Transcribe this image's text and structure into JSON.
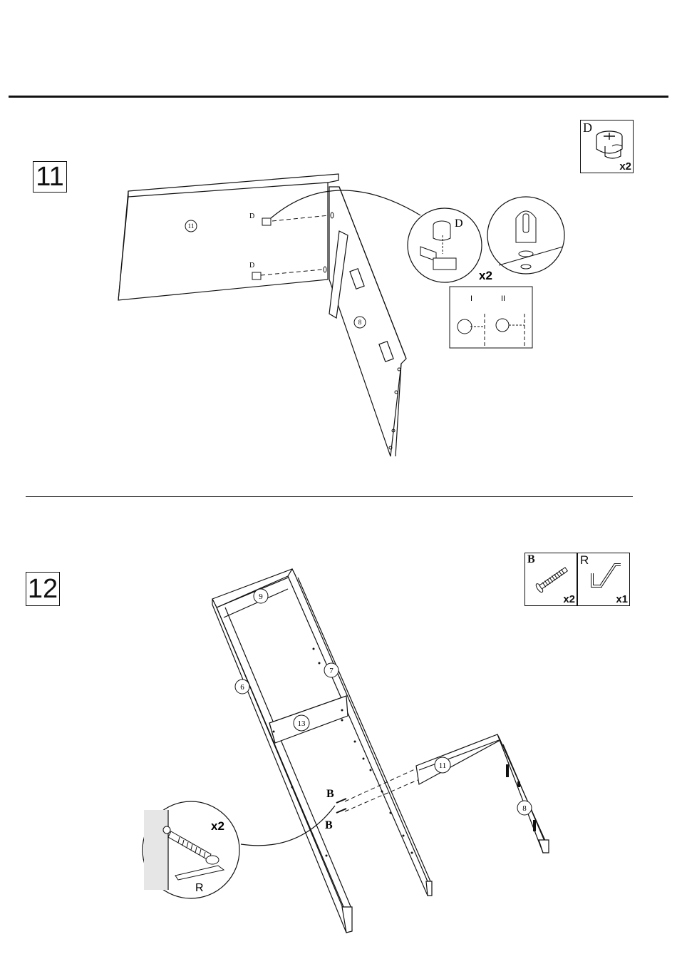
{
  "step11": {
    "number": "11",
    "part_box": {
      "letter": "D",
      "qty": "x2"
    },
    "labels": {
      "panel_11": "11",
      "panel_8": "8",
      "d_top": "D",
      "d_bottom": "D",
      "zoom_d": "D",
      "zoom_qty": "x2"
    },
    "orientation": {
      "i": "I",
      "ii": "II"
    }
  },
  "step12": {
    "number": "12",
    "part_box": {
      "b_letter": "B",
      "b_qty": "x2",
      "r_letter": "R",
      "r_qty": "x1"
    },
    "labels": {
      "panel_9": "9",
      "panel_6": "6",
      "panel_7": "7",
      "panel_13": "13",
      "panel_11": "11",
      "panel_8": "8",
      "b_top": "B",
      "b_bottom": "B"
    },
    "zoom": {
      "qty": "x2",
      "tool": "R"
    }
  }
}
